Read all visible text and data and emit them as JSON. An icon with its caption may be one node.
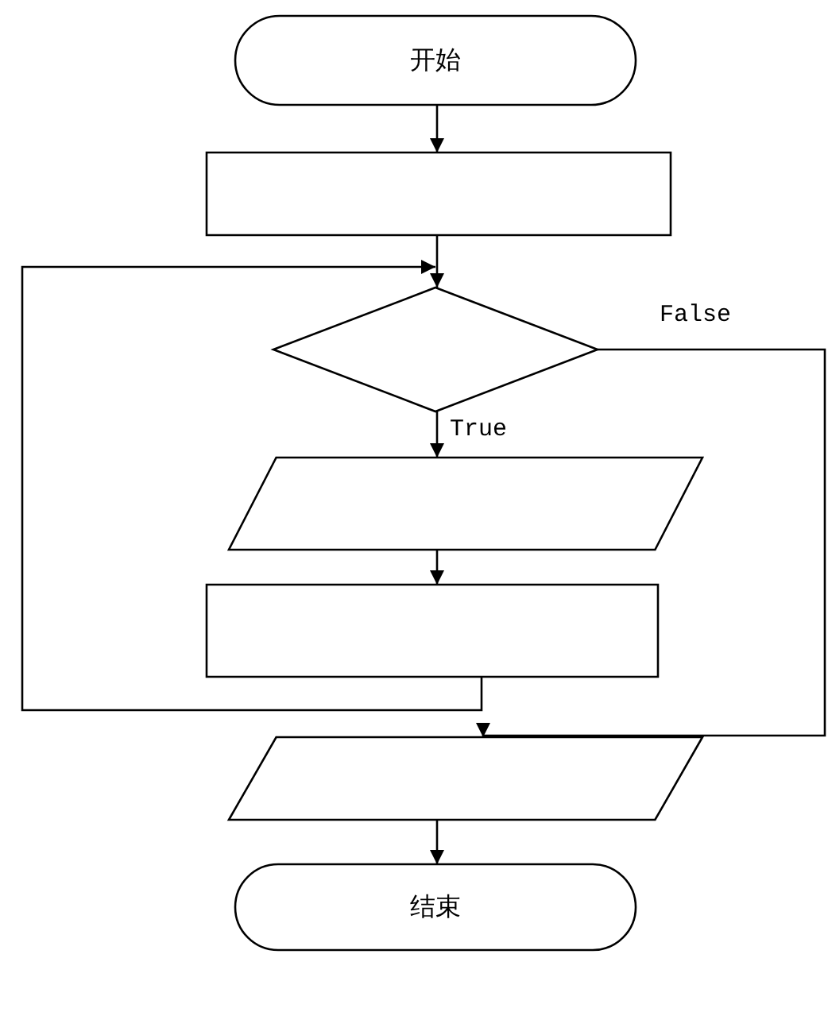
{
  "diagram": {
    "nodes": [
      {
        "text": [
          "开始"
        ]
      },
      {
        "text": [],
        "shape": "box"
      },
      {
        "text": [],
        "shape": "diamond"
      },
      {
        "text": [],
        "shape": "parallelogram"
      },
      {
        "text": [],
        "shape": "box"
      },
      {
        "text": [],
        "shape": "parallelogram"
      },
      {
        "text": [
          "结束"
        ]
      }
    ],
    "edges": [
      {
        "from": 0,
        "to": 1,
        "arrow": "to"
      },
      {
        "from": 1,
        "to": 2,
        "arrow": "to"
      },
      {
        "from": 2,
        "to": 3,
        "arrow": "to",
        "label": "True"
      },
      {
        "from": 3,
        "to": 4,
        "arrow": "to"
      },
      {
        "from": 4,
        "to": 2,
        "arrow": "to"
      },
      {
        "from": 2,
        "to": 5,
        "arrow": "to",
        "label": "False"
      },
      {
        "from": 5,
        "to": 6,
        "arrow": "to"
      }
    ]
  }
}
